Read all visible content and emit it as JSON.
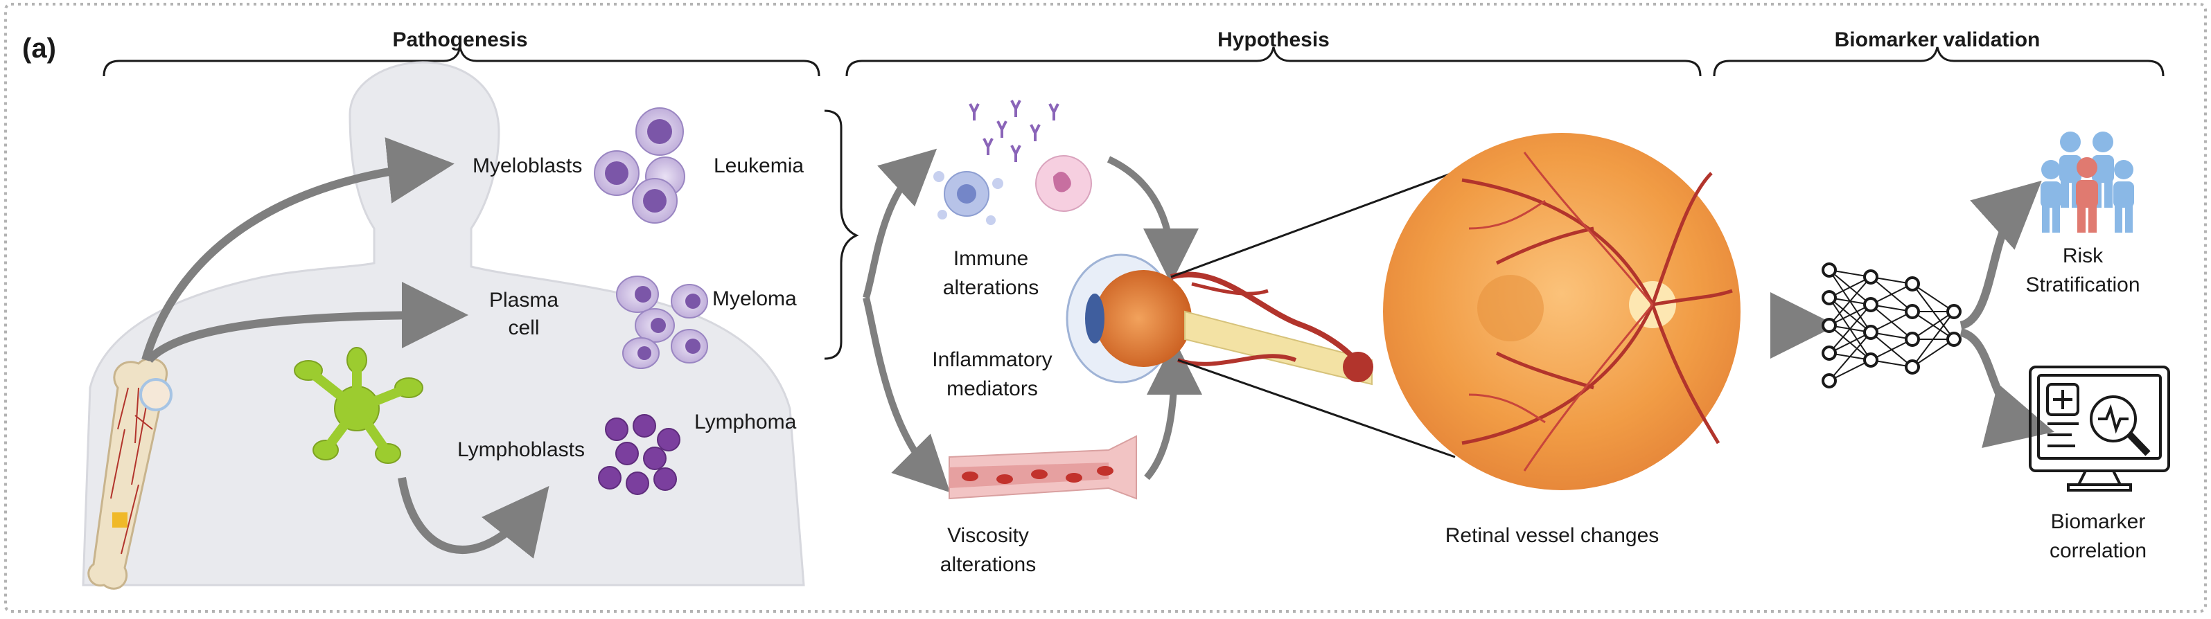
{
  "panel_label": "(a)",
  "sections": {
    "pathogenesis": "Pathogenesis",
    "hypothesis": "Hypothesis",
    "biomarker_validation": "Biomarker validation"
  },
  "pathogenesis": {
    "cells": [
      {
        "cell": "Myeloblasts",
        "disease": "Leukemia"
      },
      {
        "cell_line1": "Plasma",
        "cell_line2": "cell",
        "disease": "Myeloma"
      },
      {
        "cell": "Lymphoblasts",
        "disease": "Lymphoma"
      }
    ]
  },
  "hypothesis": {
    "immune_line1": "Immune",
    "immune_line2": "alterations",
    "inflammatory_line1": "Inflammatory",
    "inflammatory_line2": "mediators",
    "viscosity_line1": "Viscosity",
    "viscosity_line2": "alterations",
    "retina_label": "Retinal vessel changes"
  },
  "biomarker": {
    "risk_line1": "Risk",
    "risk_line2": "Stratification",
    "correlation_line1": "Biomarker",
    "correlation_line2": "correlation"
  },
  "colors": {
    "frame": "#b3b3b3",
    "arrow": "#7f7f7f",
    "cell_purple": "#8a64b8",
    "lymph_purple": "#7b3f9e",
    "retina_orange": "#f2a24a",
    "vessel_red": "#b2342c",
    "people_blue": "#8ab8e6",
    "people_red": "#e07a70",
    "green_cell": "#9ccc2f"
  },
  "icons": [
    "human-body-icon",
    "bone-icon",
    "dendritic-cell-icon",
    "myeloblast-cluster-icon",
    "plasma-cell-cluster-icon",
    "lymphoblast-cluster-icon",
    "antibody-icon",
    "neutrophil-icon",
    "eye-icon",
    "blood-vessel-icon",
    "retina-icon",
    "neural-network-icon",
    "people-group-icon",
    "monitor-chart-icon"
  ]
}
